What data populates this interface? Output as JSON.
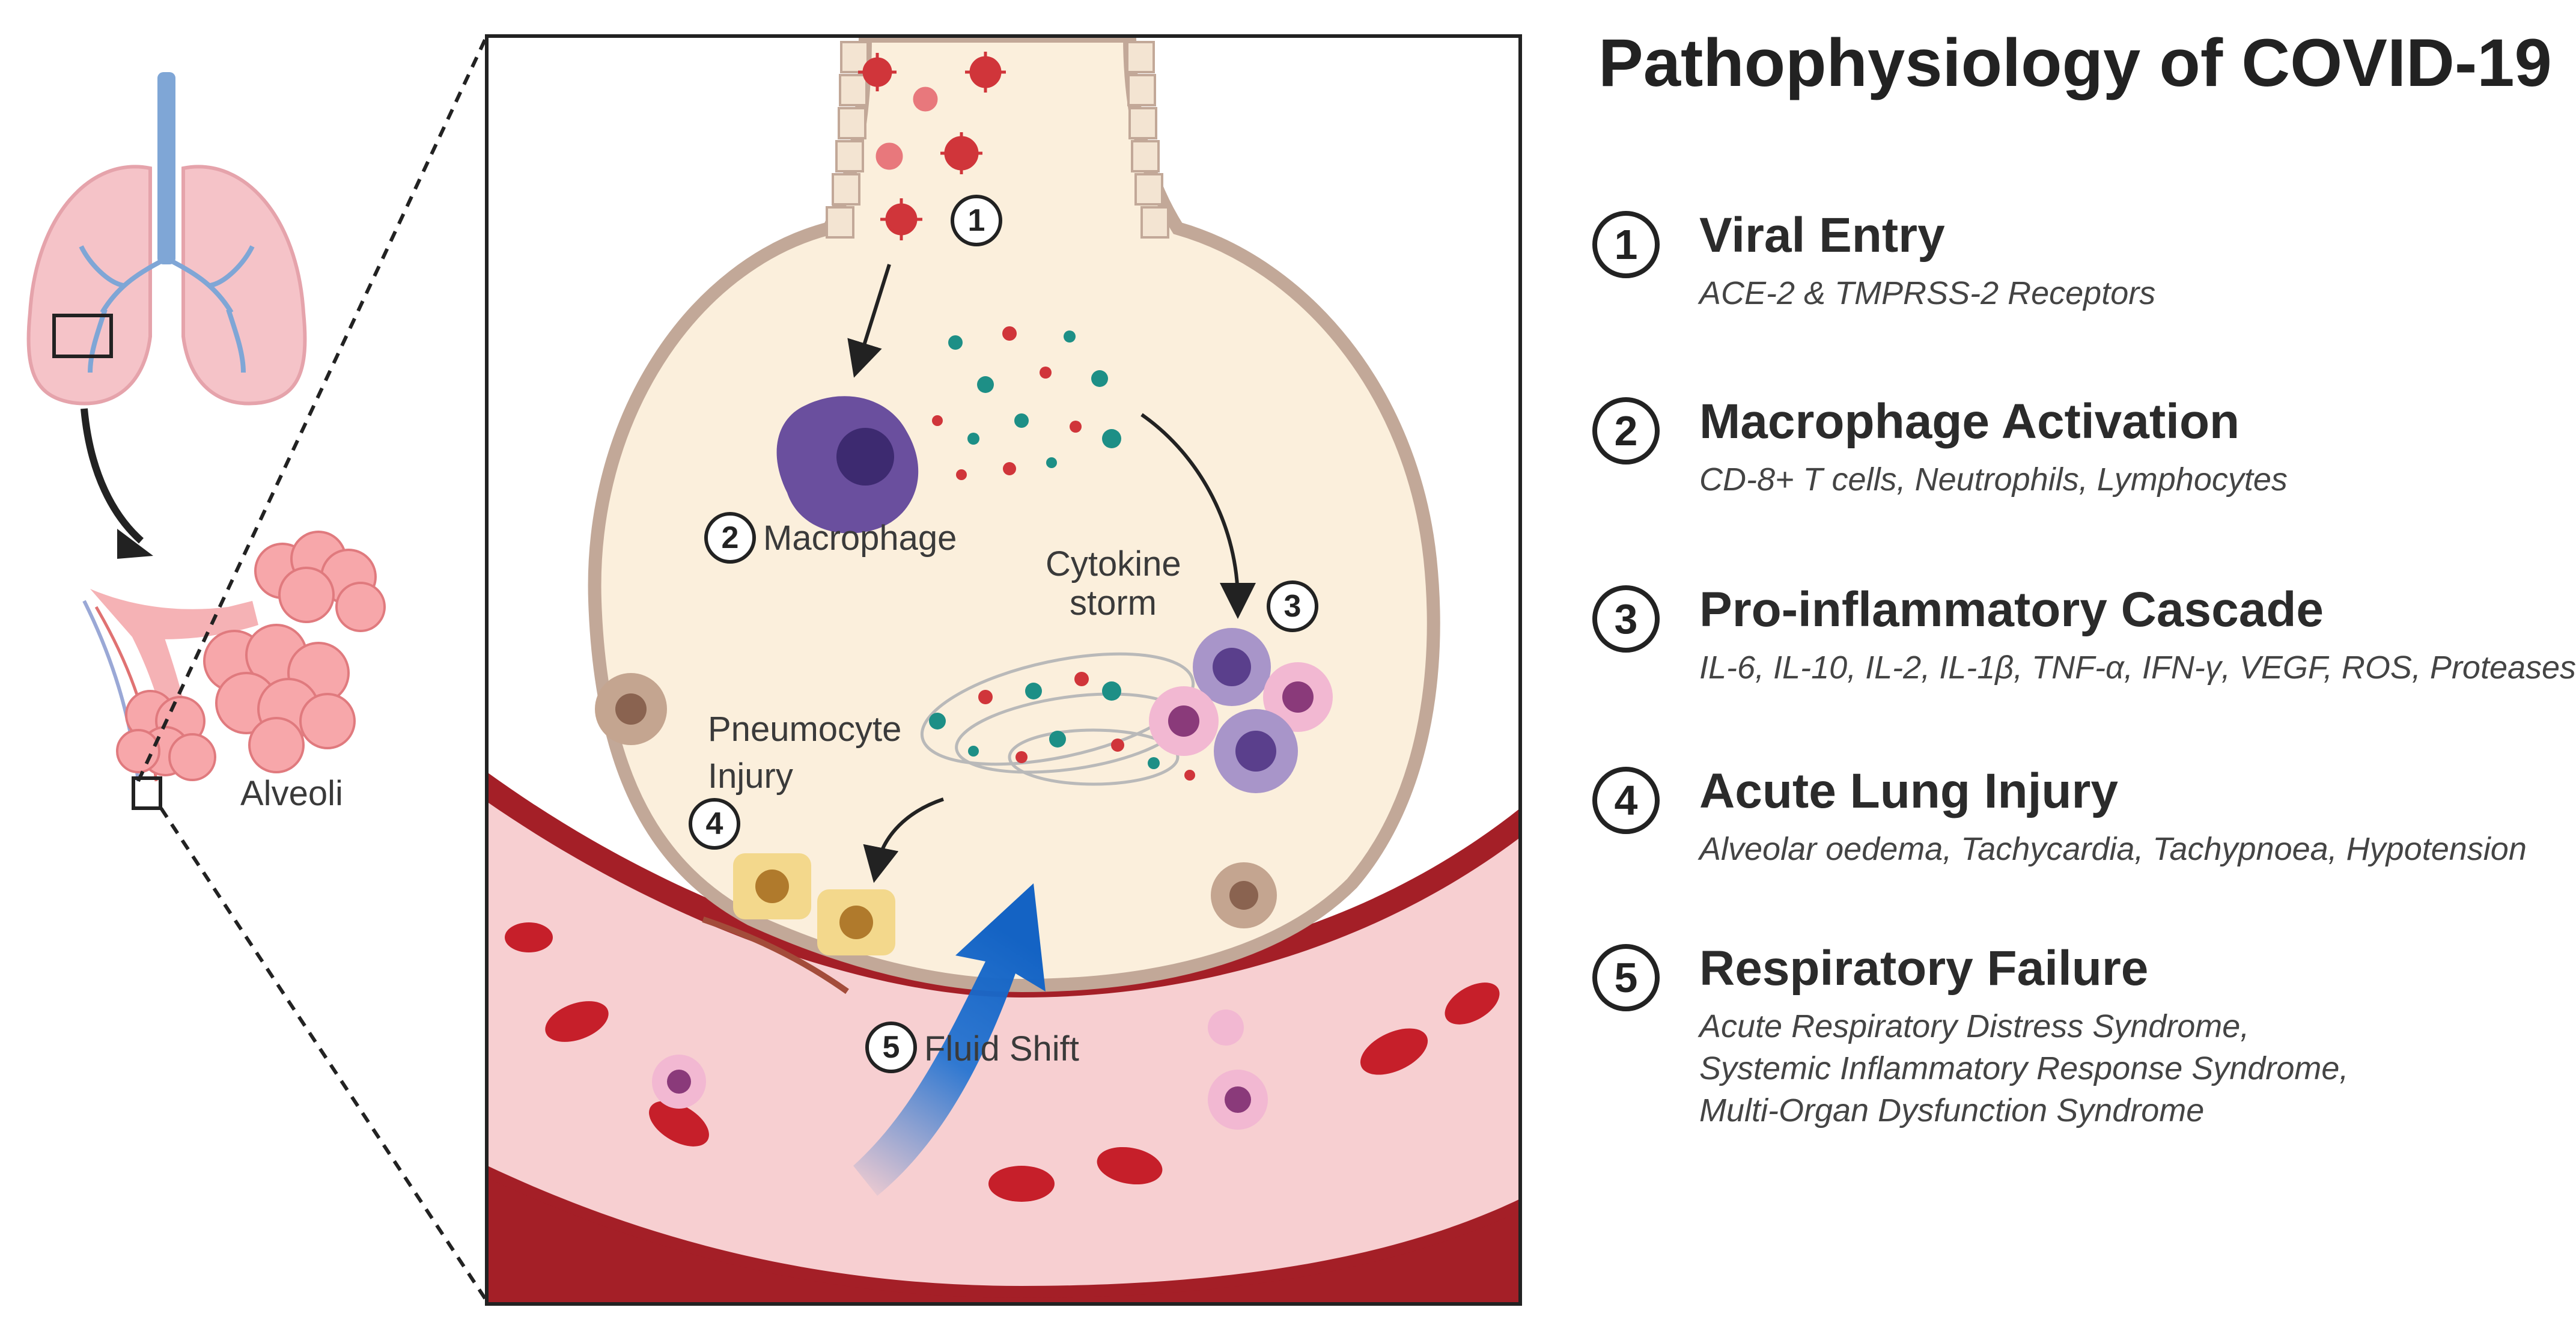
{
  "title": "Pathophysiology of COVID-19",
  "steps": [
    {
      "num": "1",
      "title": "Viral Entry",
      "detail": [
        "ACE-2 & TMPRSS-2 Receptors"
      ]
    },
    {
      "num": "2",
      "title": "Macrophage Activation",
      "detail": [
        "CD-8+ T cells, Neutrophils, Lymphocytes"
      ]
    },
    {
      "num": "3",
      "title": "Pro-inflammatory Cascade",
      "detail": [
        "IL-6, IL-10, IL-2, IL-1β, TNF-α, IFN-γ, VEGF, ROS, Proteases"
      ]
    },
    {
      "num": "4",
      "title": "Acute Lung Injury",
      "detail": [
        "Alveolar oedema, Tachycardia, Tachypnoea, Hypotension"
      ]
    },
    {
      "num": "5",
      "title": "Respiratory Failure",
      "detail": [
        "Acute Respiratory Distress Syndrome,",
        "Systemic Inflammatory Response Syndrome,",
        "Multi-Organ Dysfunction Syndrome"
      ]
    }
  ],
  "diagram": {
    "alveoli_label": "Alveoli",
    "macrophage_label": "Macrophage",
    "cytokine_label": [
      "Cytokine",
      "storm"
    ],
    "pneumocyte_label": [
      "Pneumocyte",
      "Injury"
    ],
    "fluid_label": "Fluid Shift",
    "markers": [
      "1",
      "2",
      "3",
      "4",
      "5"
    ]
  },
  "colors": {
    "lung": "#f5c3c8",
    "airway": "#7fa6d6",
    "alveolus_fill": "#fbefdc",
    "alveolus_wall": "#c2a898",
    "vessel": "#b8242d",
    "vessel_inner": "#f7cfd1",
    "virus": "#d0353a",
    "macrophage": "#6a4f9e",
    "teal": "#1d8f86",
    "arrow_blue": "#1a6fd1"
  }
}
